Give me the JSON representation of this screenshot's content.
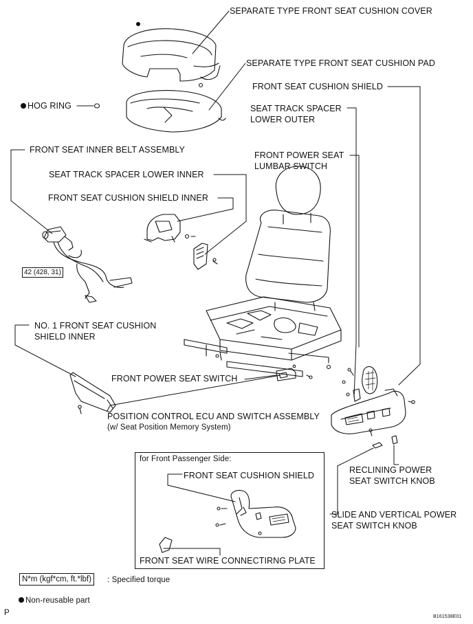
{
  "labels": {
    "cushion_cover": "SEPARATE TYPE FRONT SEAT CUSHION COVER",
    "cushion_pad": "SEPARATE TYPE FRONT SEAT CUSHION PAD",
    "cushion_shield": "FRONT SEAT CUSHION SHIELD",
    "hog_ring": "HOG RING",
    "spacer_lower_outer_1": "SEAT TRACK SPACER",
    "spacer_lower_outer_2": "LOWER OUTER",
    "inner_belt": "FRONT SEAT INNER BELT ASSEMBLY",
    "lumbar_switch_1": "FRONT POWER SEAT",
    "lumbar_switch_2": "LUMBAR SWITCH",
    "spacer_lower_inner": "SEAT TRACK SPACER LOWER INNER",
    "shield_inner": "FRONT SEAT CUSHION SHIELD INNER",
    "no1_shield_inner_1": "NO. 1 FRONT SEAT CUSHION",
    "no1_shield_inner_2": "SHIELD INNER",
    "power_seat_switch": "FRONT POWER SEAT SWITCH",
    "position_ecu": "POSITION CONTROL ECU AND SWITCH ASSEMBLY",
    "position_ecu_note": "(w/ Seat Position Memory System)",
    "reclining_knob_1": "RECLINING POWER",
    "reclining_knob_2": "SEAT SWITCH KNOB",
    "slide_knob_1": "SLIDE AND VERTICAL POWER",
    "slide_knob_2": "SEAT SWITCH KNOB",
    "passenger_title": "for Front Passenger Side:",
    "passenger_shield": "FRONT SEAT CUSHION SHIELD",
    "wire_plate": "FRONT SEAT WIRE CONNECTIRNG PLATE"
  },
  "torque": {
    "value": "42 (428, 31)"
  },
  "legend": {
    "torque_units": "N*m (kgf*cm, ft.*lbf)",
    "torque_text": ": Specified torque",
    "non_reusable": "Non-reusable part"
  },
  "footer": {
    "left_mark": "P",
    "figure_id": "B161538E01"
  }
}
